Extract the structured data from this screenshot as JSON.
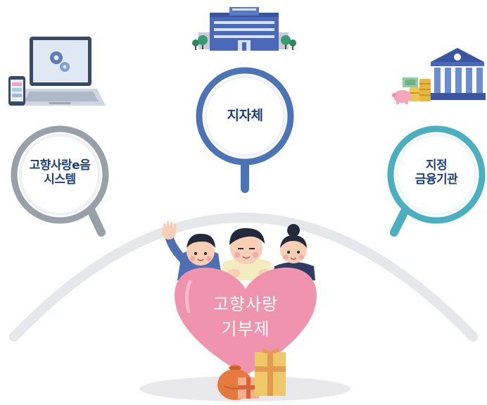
{
  "nodes": {
    "system": {
      "line1": "고향사랑e음",
      "line2": "시스템",
      "ring_color": "#9aa0a8"
    },
    "municipality": {
      "label": "지자체",
      "ring_color": "#4a74b5"
    },
    "bank": {
      "line1": "지정",
      "line2": "금융기관",
      "ring_color": "#4ab0c0"
    }
  },
  "center": {
    "line1": "고향사랑",
    "line2": "기부제",
    "heart_color": "#f093ae"
  },
  "icons": [
    "laptop-phone-icon",
    "city-hall-icon",
    "bank-icon",
    "family-icon",
    "gift-icon"
  ]
}
